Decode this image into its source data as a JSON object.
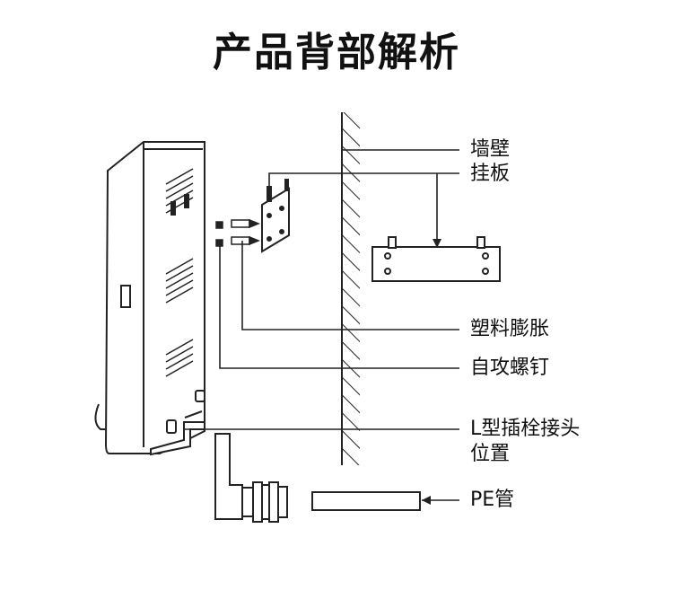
{
  "title": "产品背部解析",
  "labels": {
    "wall": "墙壁",
    "hanging_plate": "挂板",
    "expansion_plug": "塑料膨胀",
    "screw": "自攻螺钉",
    "l_plug_line1": "L型插栓接头",
    "l_plug_line2": "位置",
    "pe_pipe": "PE管"
  }
}
